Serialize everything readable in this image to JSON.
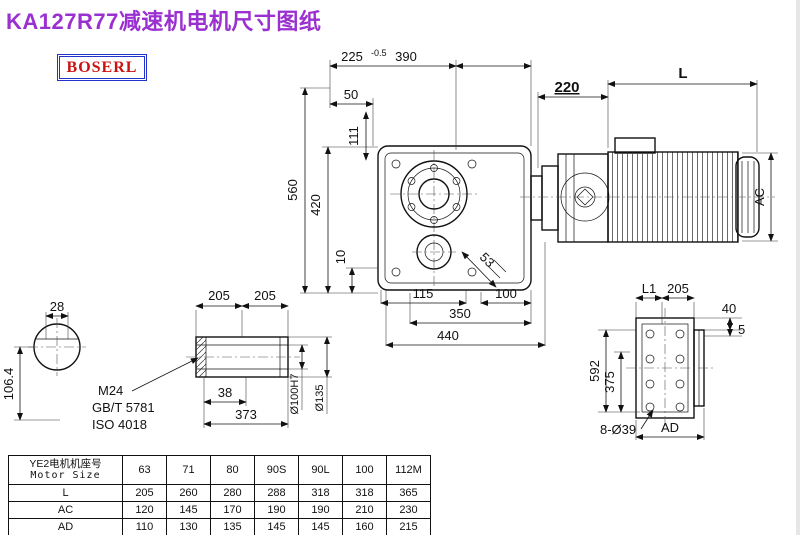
{
  "title": "KA127R77减速机电机尺寸图纸",
  "logo": "BOSERL",
  "colors": {
    "title_accent": "#9B30D0",
    "logo_text": "#CC1111",
    "logo_border": "#2233CC"
  },
  "dims": {
    "len225": "225",
    "tol225": "-0.5",
    "len390": "390",
    "len220": "220",
    "lenL": "L",
    "len50": "50",
    "len111": "111",
    "h560": "560",
    "h420": "420",
    "h10": "10",
    "len115": "115",
    "diag53": "53",
    "len100": "100",
    "len350": "350",
    "len440": "440",
    "hAC": "AC",
    "w28": "28",
    "h106": "106.4",
    "s205a": "205",
    "s205b": "205",
    "m24": "M24",
    "gb": "GB/T 5781",
    "iso": "ISO 4018",
    "s38": "38",
    "s373": "373",
    "bore": "Ø100H7",
    "od": "Ø135",
    "L1": "L1",
    "s205c": "205",
    "s40": "40",
    "s5": "5",
    "h592": "592",
    "h375": "375",
    "holes": "8-Ø39",
    "AD": "AD"
  },
  "table": {
    "header_cn": "YE2电机机座号",
    "header_en": "Motor Size",
    "columns": [
      "63",
      "71",
      "80",
      "90S",
      "90L",
      "100",
      "112M"
    ],
    "rows": [
      {
        "label": "L",
        "values": [
          "205",
          "260",
          "280",
          "288",
          "318",
          "318",
          "365"
        ]
      },
      {
        "label": "AC",
        "values": [
          "120",
          "145",
          "170",
          "190",
          "190",
          "210",
          "230"
        ]
      },
      {
        "label": "AD",
        "values": [
          "110",
          "130",
          "135",
          "145",
          "145",
          "160",
          "215"
        ]
      }
    ]
  }
}
